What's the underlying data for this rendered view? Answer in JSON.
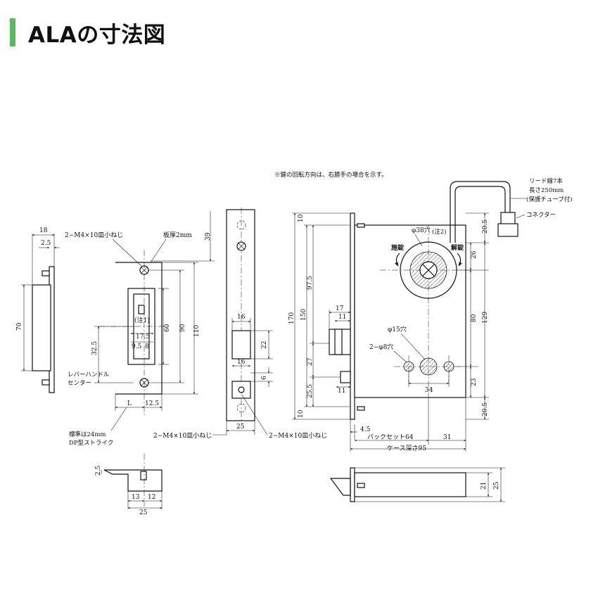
{
  "header": {
    "title": "ALAの寸法図",
    "accent_color": "#5cb85c"
  },
  "notes": {
    "key_rotation": "※鍵の回転方向は、右勝手の場合を示す。",
    "lead_wire_1": "リード線7本",
    "lead_wire_2": "長さ250mm",
    "lead_wire_3": "(保護チューブ付)",
    "connector": "コネクター",
    "screw_top": "2−M4×10皿小ねじ",
    "plate": "板厚2mm",
    "note1": "(注1)",
    "note2": "(注2)",
    "lever_1": "レバーハンドル",
    "lever_2": "センター",
    "strike_1": "標準は24mm",
    "strike_2": "DP型ストライク",
    "screw_bl": "2−M4×10皿小ねじ",
    "screw_br": "2−M4×10皿小ねじ",
    "hole38": "φ38穴",
    "hole15": "φ15穴",
    "hole8": "2−φ8穴",
    "lock": "施錠",
    "unlock": "解錠",
    "backset": "バックセット64",
    "depth": "ケース深さ95"
  },
  "dims": {
    "d18": "18",
    "d2_5a": "2.5",
    "d70": "70",
    "d32_5": "32.5",
    "dL": "L",
    "d12_5": "12.5",
    "d17_5": "17.5",
    "d9_5": "9.5",
    "d8": "8",
    "d60": "60",
    "d90": "90",
    "d110": "110",
    "d39": "39",
    "d2_5b": "2.5",
    "d13": "13",
    "d12": "12",
    "d25a": "25",
    "d16a": "16",
    "d22": "22",
    "d16b": "16",
    "d6": "6",
    "d25b": "25",
    "d10a": "10",
    "d170": "170",
    "d150": "150",
    "d97_5": "97.5",
    "d17": "17",
    "d11a": "11",
    "d27": "27",
    "d11b": "11",
    "d25_5": "25.5",
    "d10b": "10",
    "d20_5a": "20.5",
    "d26": "26",
    "d80": "80",
    "d129": "129",
    "d23": "23",
    "d20_5b": "20.5",
    "d34": "34",
    "d4_5": "4.5",
    "d31": "31",
    "d21": "21",
    "d25c": "25"
  }
}
